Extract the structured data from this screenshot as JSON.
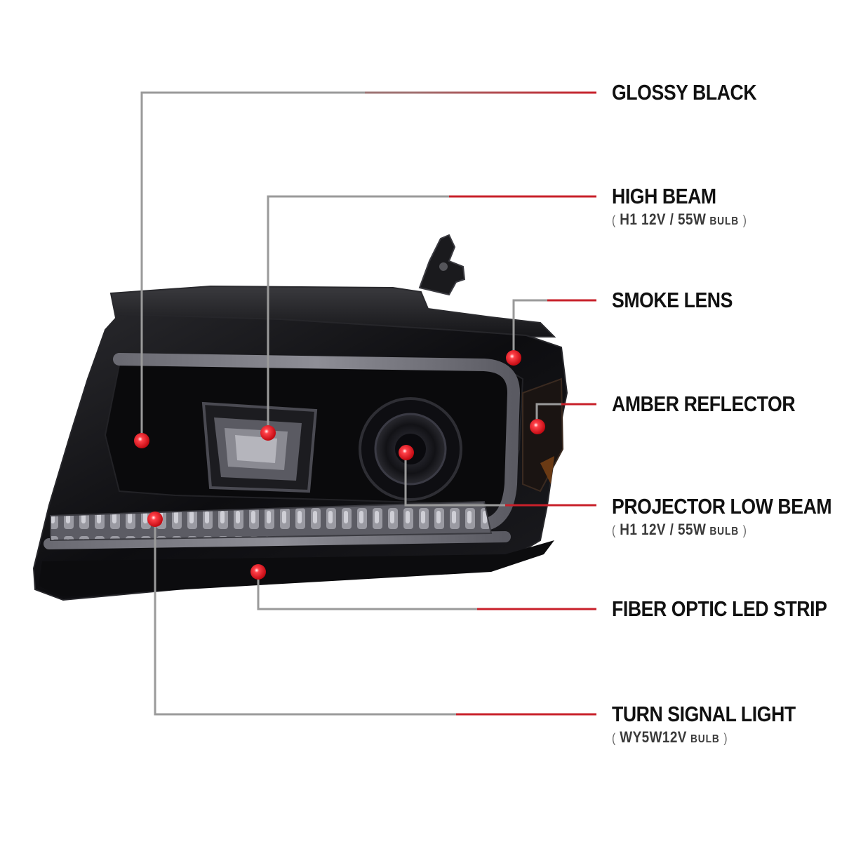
{
  "colors": {
    "accent_red": "#c8202a",
    "leader_gray": "#9a9a9a",
    "dot_red": "#e4121c",
    "housing_black": "#121214"
  },
  "callouts": [
    {
      "id": "glossy-black",
      "title": "GLOSSY BLACK",
      "spec": null
    },
    {
      "id": "high-beam",
      "title": "HIGH BEAM",
      "spec": {
        "open": "(",
        "value": "H1  12V / 55W",
        "unit": "BULB",
        "close": ")"
      }
    },
    {
      "id": "smoke-lens",
      "title": "SMOKE LENS",
      "spec": null
    },
    {
      "id": "amber-reflector",
      "title": "AMBER REFLECTOR",
      "spec": null
    },
    {
      "id": "projector-low-beam",
      "title": "PROJECTOR LOW BEAM",
      "spec": {
        "open": "(",
        "value": "H1  12V / 55W",
        "unit": "BULB",
        "close": ")"
      }
    },
    {
      "id": "fiber-optic-led-strip",
      "title": "FIBER OPTIC LED STRIP",
      "spec": null
    },
    {
      "id": "turn-signal-light",
      "title": "TURN SIGNAL LIGHT",
      "spec": {
        "open": "(",
        "value": "WY5W12V",
        "unit": "BULB",
        "close": ")"
      }
    }
  ]
}
